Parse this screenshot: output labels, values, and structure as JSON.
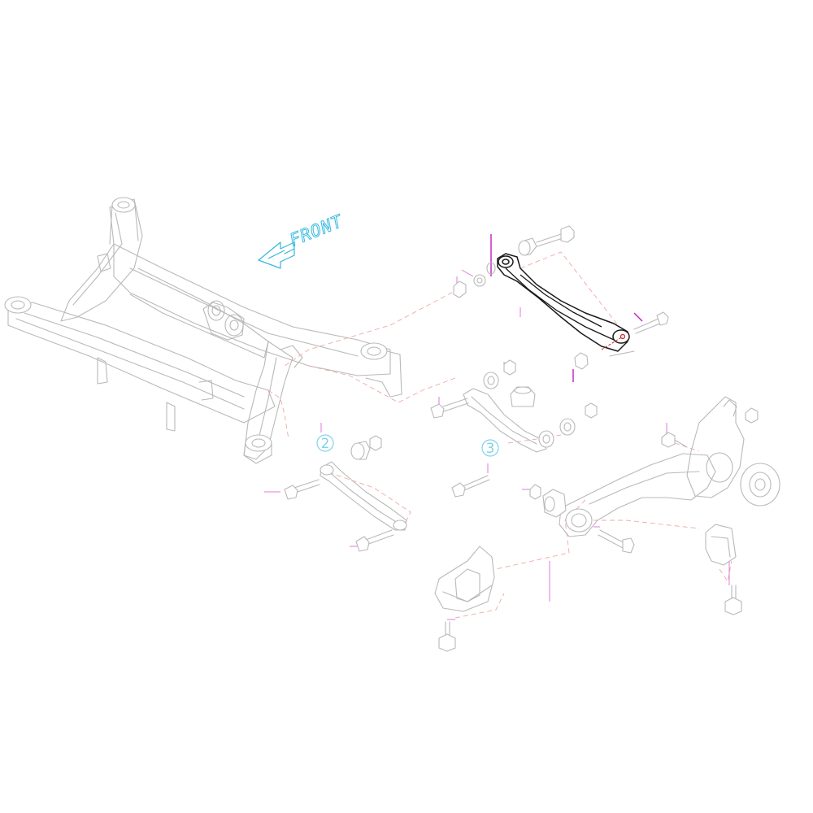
{
  "direction_label": "FRONT",
  "callouts": [
    {
      "number": "2"
    },
    {
      "number": "3"
    }
  ],
  "colors": {
    "callout": "#7fd3ea",
    "front_label": "#33b8e0",
    "highlighted_part": "#1a1a1a",
    "other_parts": "#b9b9b9",
    "leader_lines": "#f2a7a7"
  }
}
